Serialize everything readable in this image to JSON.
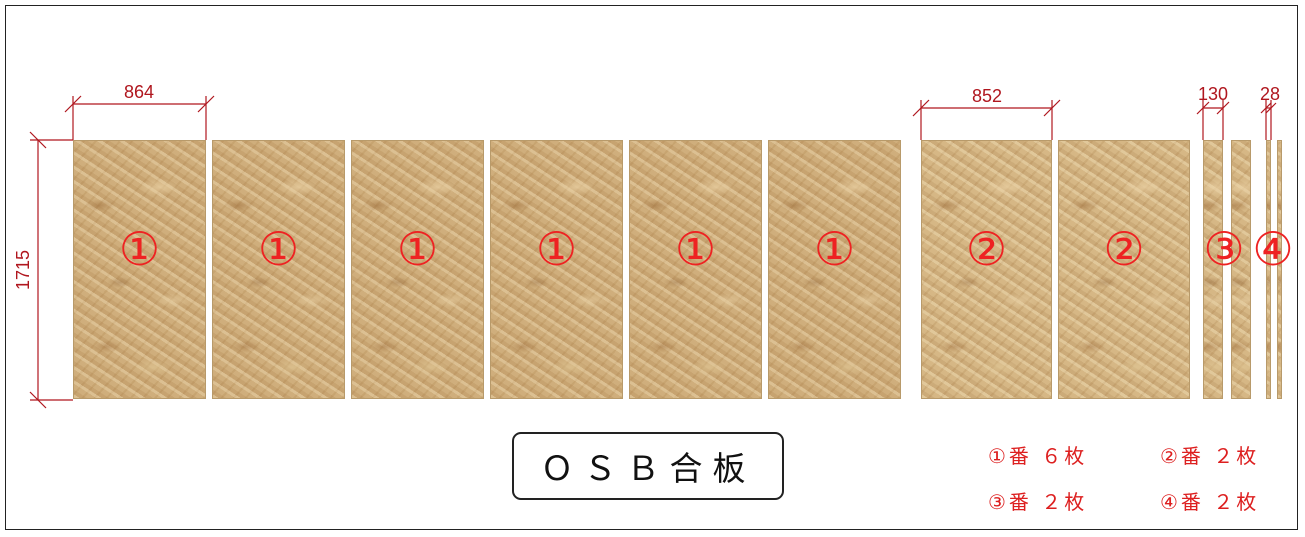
{
  "title": "ＯＳＢ合板",
  "dimensions": {
    "height": "1715",
    "width_panel_1": "864",
    "width_panel_2": "852",
    "width_panel_3": "130",
    "width_panel_4": "28"
  },
  "panels": [
    {
      "type": "1",
      "mark": "①"
    },
    {
      "type": "1",
      "mark": "①"
    },
    {
      "type": "1",
      "mark": "①"
    },
    {
      "type": "1",
      "mark": "①"
    },
    {
      "type": "1",
      "mark": "①"
    },
    {
      "type": "1",
      "mark": "①"
    },
    {
      "type": "2",
      "mark": "②"
    },
    {
      "type": "2",
      "mark": "②"
    },
    {
      "type": "3",
      "mark": "③"
    },
    {
      "type": "3",
      "mark": ""
    },
    {
      "type": "4",
      "mark": "④"
    },
    {
      "type": "4",
      "mark": ""
    }
  ],
  "counts": [
    {
      "label": "①番 ６枚"
    },
    {
      "label": "②番 ２枚"
    },
    {
      "label": "③番 ２枚"
    },
    {
      "label": "④番 ２枚"
    }
  ],
  "colors": {
    "mark": "#ee2222",
    "dimension": "#b0161e",
    "count_text": "#dd1f1f",
    "wood": "#cfae7c"
  }
}
